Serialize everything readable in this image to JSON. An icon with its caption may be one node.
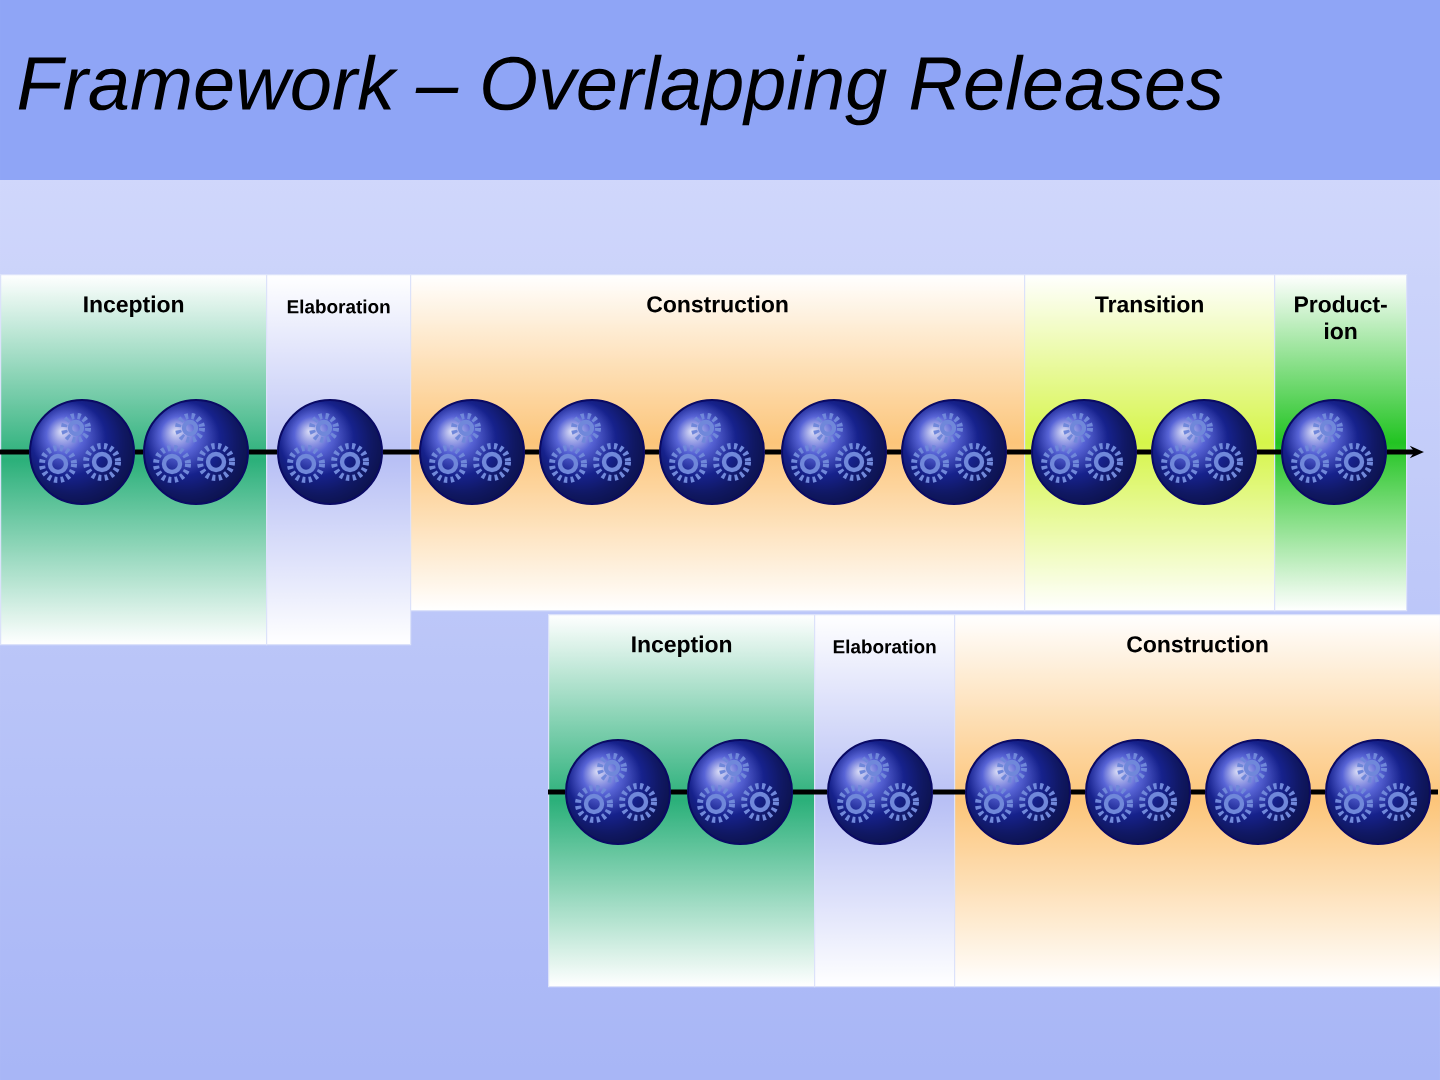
{
  "diagram": {
    "title": "Framework – Overlapping Releases",
    "nodes": [
      {
        "text": [
          "Inception"
        ]
      },
      {
        "text": [],
        "shape": "circle",
        "in": 0
      },
      {
        "text": [],
        "shape": "circle",
        "in": 0
      },
      {
        "text": [
          "Elaboration"
        ]
      },
      {
        "text": [],
        "shape": "circle",
        "in": 3
      },
      {
        "text": [
          "Construction"
        ]
      },
      {
        "text": [],
        "shape": "circle",
        "in": 5
      },
      {
        "text": [],
        "shape": "circle",
        "in": 5
      },
      {
        "text": [],
        "shape": "circle",
        "in": 5
      },
      {
        "text": [],
        "shape": "circle",
        "in": 5
      },
      {
        "text": [],
        "shape": "circle",
        "in": 5
      },
      {
        "text": [
          "Transition"
        ]
      },
      {
        "text": [],
        "shape": "circle",
        "in": 11
      },
      {
        "text": [],
        "shape": "circle",
        "in": 11
      },
      {
        "text": [
          "Product-ion"
        ]
      },
      {
        "text": [],
        "shape": "circle",
        "in": 14
      },
      {
        "text": [
          "Inception"
        ]
      },
      {
        "text": [],
        "shape": "circle",
        "in": 16
      },
      {
        "text": [],
        "shape": "circle",
        "in": 16
      },
      {
        "text": [
          "Elaboration"
        ]
      },
      {
        "text": [],
        "shape": "circle",
        "in": 19
      },
      {
        "text": [
          "Construction"
        ]
      },
      {
        "text": [],
        "shape": "circle",
        "in": 21
      },
      {
        "text": [],
        "shape": "circle",
        "in": 21
      },
      {
        "text": [],
        "shape": "circle",
        "in": 21
      },
      {
        "text": [],
        "shape": "circle",
        "in": 21
      }
    ],
    "edges": [
      {
        "from": null,
        "to": 1,
        "arrow": "none"
      },
      {
        "from": 1,
        "to": 2,
        "arrow": "none"
      },
      {
        "from": 2,
        "to": 4,
        "arrow": "none"
      },
      {
        "from": 4,
        "to": 6,
        "arrow": "none"
      },
      {
        "from": 6,
        "to": 7,
        "arrow": "none"
      },
      {
        "from": 7,
        "to": 8,
        "arrow": "none"
      },
      {
        "from": 8,
        "to": 9,
        "arrow": "none"
      },
      {
        "from": 9,
        "to": 10,
        "arrow": "none"
      },
      {
        "from": 10,
        "to": 12,
        "arrow": "none"
      },
      {
        "from": 12,
        "to": 13,
        "arrow": "none"
      },
      {
        "from": 13,
        "to": 15,
        "arrow": "none"
      },
      {
        "from": 15,
        "to": null,
        "arrow": "to"
      },
      {
        "from": null,
        "to": 17,
        "arrow": "none"
      },
      {
        "from": 17,
        "to": 18,
        "arrow": "none"
      },
      {
        "from": 18,
        "to": 20,
        "arrow": "none"
      },
      {
        "from": 20,
        "to": 22,
        "arrow": "none"
      },
      {
        "from": 22,
        "to": 23,
        "arrow": "none"
      },
      {
        "from": 23,
        "to": 24,
        "arrow": "none"
      },
      {
        "from": 24,
        "to": 25,
        "arrow": "none"
      },
      {
        "from": 25,
        "to": null,
        "arrow": "none"
      }
    ]
  }
}
